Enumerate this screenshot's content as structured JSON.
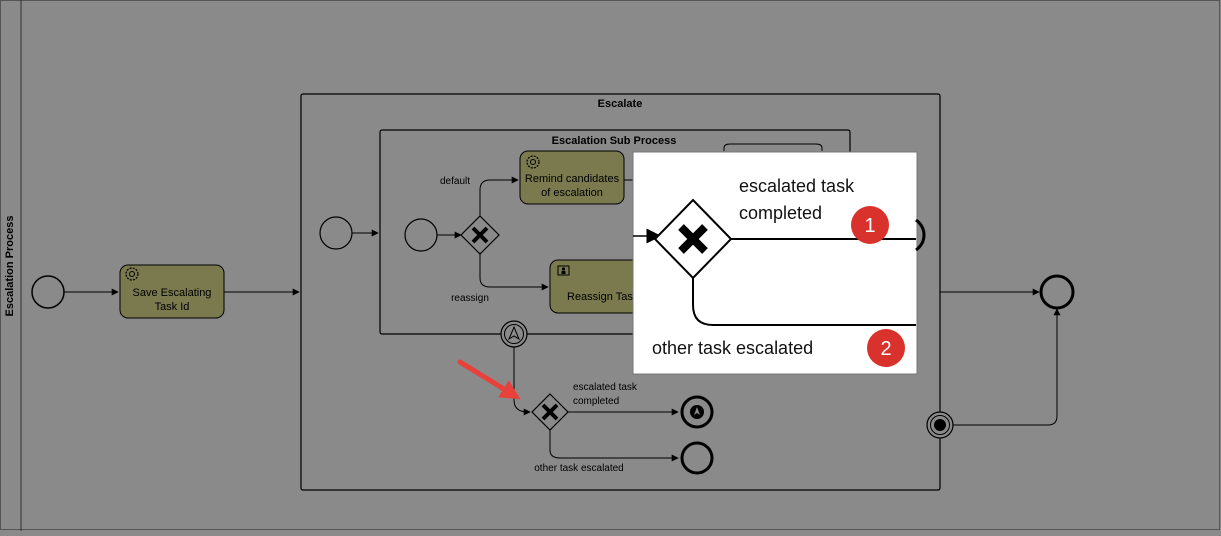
{
  "pool": {
    "label": "Escalation Process"
  },
  "tasks": {
    "save": {
      "label_lines": [
        "Save Escalating",
        "Task Id"
      ],
      "icon": "gear-icon"
    },
    "remind": {
      "label_lines": [
        "Remind candidates",
        "of escalation"
      ],
      "icon": "gear-icon"
    },
    "reassign": {
      "label": "Reassign Tas",
      "icon": "user-icon"
    }
  },
  "subprocesses": {
    "escalate": {
      "label": "Escalate"
    },
    "escalation_sub": {
      "label": "Escalation Sub Process"
    }
  },
  "flow_labels": {
    "default": "default",
    "reassign": "reassign",
    "escalated_completed_lines": [
      "escalated task",
      "completed"
    ],
    "other_escalated": "other task escalated"
  },
  "zoom_callout": {
    "label1_lines": [
      "escalated task",
      "completed"
    ],
    "label2": "other task escalated",
    "badge1": "1",
    "badge2": "2",
    "badge_color": "#d9312b"
  },
  "colors": {
    "background": "#8a8a8a",
    "task_fill": "#7a7a4e",
    "callout_arrow": "#e8403a"
  }
}
